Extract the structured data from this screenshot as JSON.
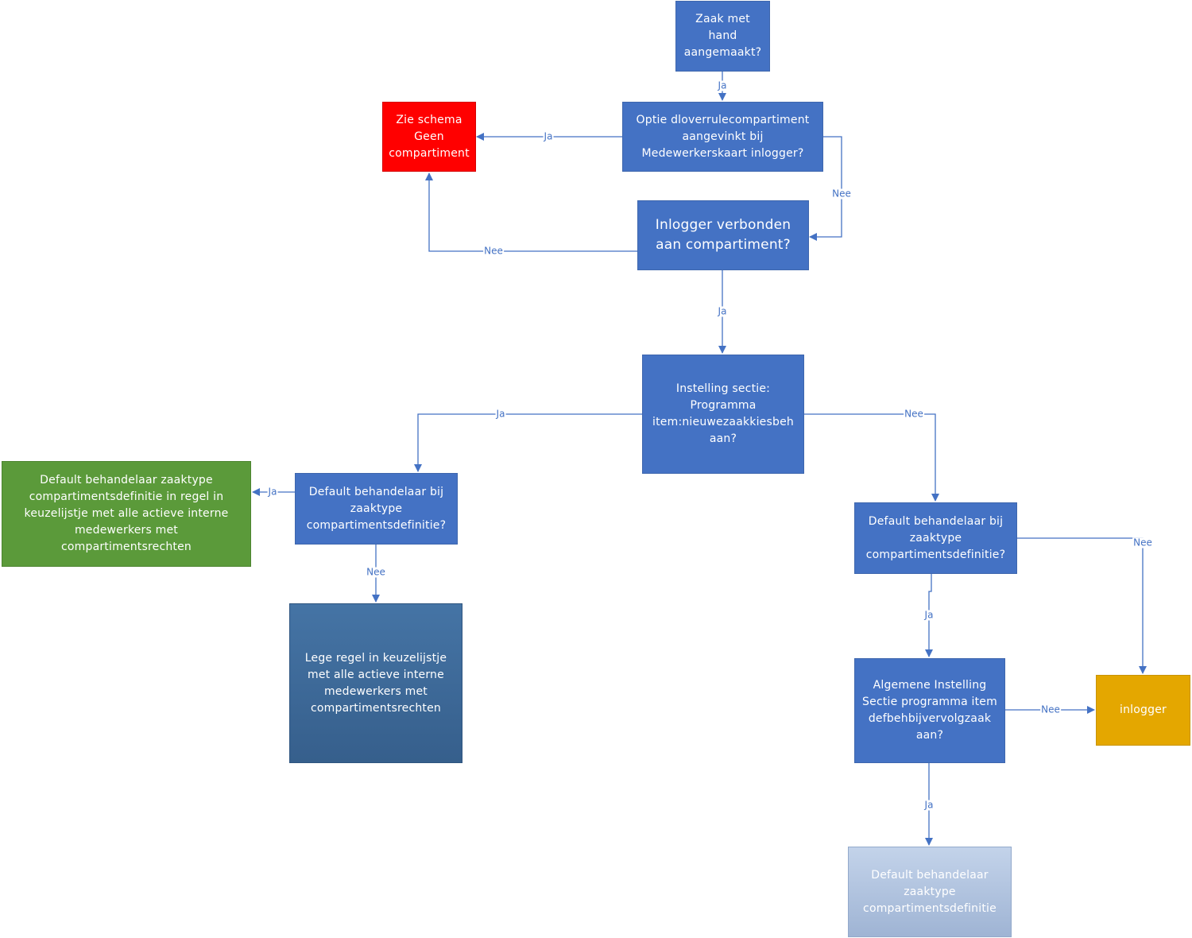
{
  "nodes": {
    "zaak_met_hand": "Zaak met\nhand\naangemaakt?",
    "optie_dloverrule": "Optie  dloverrulecompartiment\naangevinkt bij\nMedewerkerskaart inlogger?",
    "zie_schema": "Zie schema\nGeen\ncompartiment",
    "inlogger_verbonden": "Inlogger verbonden\naan compartiment?",
    "instelling_sectie": "Instelling sectie:\nProgramma\nitem:nieuwezaakkiesbeh\naan?",
    "default_bij_left": "Default behandelaar bij\nzaaktype\ncompartimentsdefinitie?",
    "default_green": "Default behandelaar zaaktype\ncompartimentsdefinitie in regel in\nkeuzelijstje met alle actieve interne\nmedewerkers met\ncompartimentsrechten",
    "lege_regel": "Lege regel in keuzelijstje\nmet alle actieve interne\nmedewerkers met\ncompartimentsrechten",
    "default_bij_right": "Default behandelaar bij\nzaaktype\ncompartimentsdefinitie?",
    "algemene_instelling": "Algemene Instelling\nSectie programma item\ndefbehbijvervolgzaak\naan?",
    "inlogger": "inlogger",
    "default_final": "Default behandelaar\nzaaktype\ncompartimentsdefinitie"
  },
  "edges": {
    "e1": "Ja",
    "e2": "Ja",
    "e3": "Nee",
    "e4": "Nee",
    "e5": "Ja",
    "e6": "Ja",
    "e7": "Nee",
    "e8": "Ja",
    "e9": "Nee",
    "e10": "Nee",
    "e11": "Ja",
    "e12": "Nee",
    "e13": "Ja"
  },
  "colors": {
    "connector": "#4472c4",
    "decision": "#4472c4",
    "red": "#ff0000",
    "green": "#5b9a3a",
    "gold": "#e4a700"
  }
}
